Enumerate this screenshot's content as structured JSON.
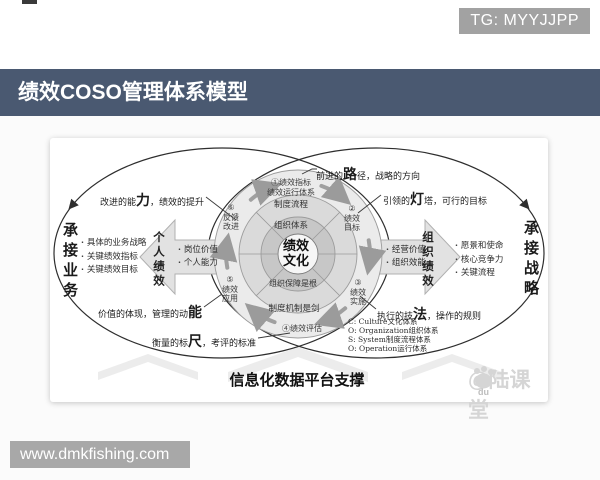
{
  "header": {
    "tg_badge": "TG: MYYJJPP",
    "title": "绩效COSO管理体系模型"
  },
  "footer_badge": {
    "url": "www.dmkfishing.com"
  },
  "colors": {
    "title_bar": "#4a5971",
    "badge_gray": "#a2a2a2",
    "diagram_gray": "#c7c7c7"
  },
  "diagram": {
    "left_scope": {
      "title": "承接业务",
      "items": [
        "具体的业务战略",
        "关键绩效指标",
        "关键绩效目标"
      ]
    },
    "right_scope": {
      "title": "承接战略",
      "items": [
        "愿景和使命",
        "核心竞争力",
        "关键流程"
      ]
    },
    "personal_arrow": {
      "title": "个人绩效",
      "items": [
        "岗位价值",
        "个人能力"
      ]
    },
    "org_arrow": {
      "title": "组织绩效",
      "items": [
        "经营价值",
        "组织效能"
      ]
    },
    "wheel": {
      "hub_line1": "绩效",
      "hub_line2": "文化",
      "ring_policy_top": "制度流程",
      "ring_org_top": "组织体系",
      "ring_org_bottom": "组织保障是根",
      "ring_policy_bottom": "制度机制是剑",
      "phase1_line1": "①绩效指标",
      "phase1_line2": "绩效运行体系",
      "phase2_num": "②",
      "phase2_line1": "绩效",
      "phase2_line2": "目标",
      "phase3_num": "③",
      "phase3_line1": "绩效",
      "phase3_line2": "实施",
      "phase4": "④绩效评估",
      "phase5_num": "⑤",
      "phase5_line1": "绩效",
      "phase5_line2": "应用",
      "phase6_num": "⑥",
      "phase6_line1": "反馈",
      "phase6_line2": "改进"
    },
    "annotations": {
      "top": {
        "pre": "前进的",
        "big": "路",
        "post": "径，战略的方向"
      },
      "upper_right": {
        "pre": "引领的",
        "big": "灯",
        "post": "塔，可行的目标"
      },
      "upper_left": {
        "pre": "改进的能",
        "big": "力",
        "post": "，绩效的提升"
      },
      "lower_left": {
        "pre": "价值的体现，管理的动",
        "big": "能",
        "post": ""
      },
      "bottom_left": {
        "pre": "衡量的标",
        "big": "尺",
        "post": "，考评的标准"
      },
      "lower_right": {
        "pre": "执行的技",
        "big": "法",
        "post": "，操作的规则"
      }
    },
    "legend": {
      "items": [
        "C: Culture文化体系",
        "O: Organization组织体系",
        "S: System制度流程体系",
        "O: Operation运行体系"
      ]
    },
    "platform_caption": "信息化数据平台支撑",
    "watermark": {
      "logo_text": "du",
      "text": "@陆课堂"
    }
  }
}
